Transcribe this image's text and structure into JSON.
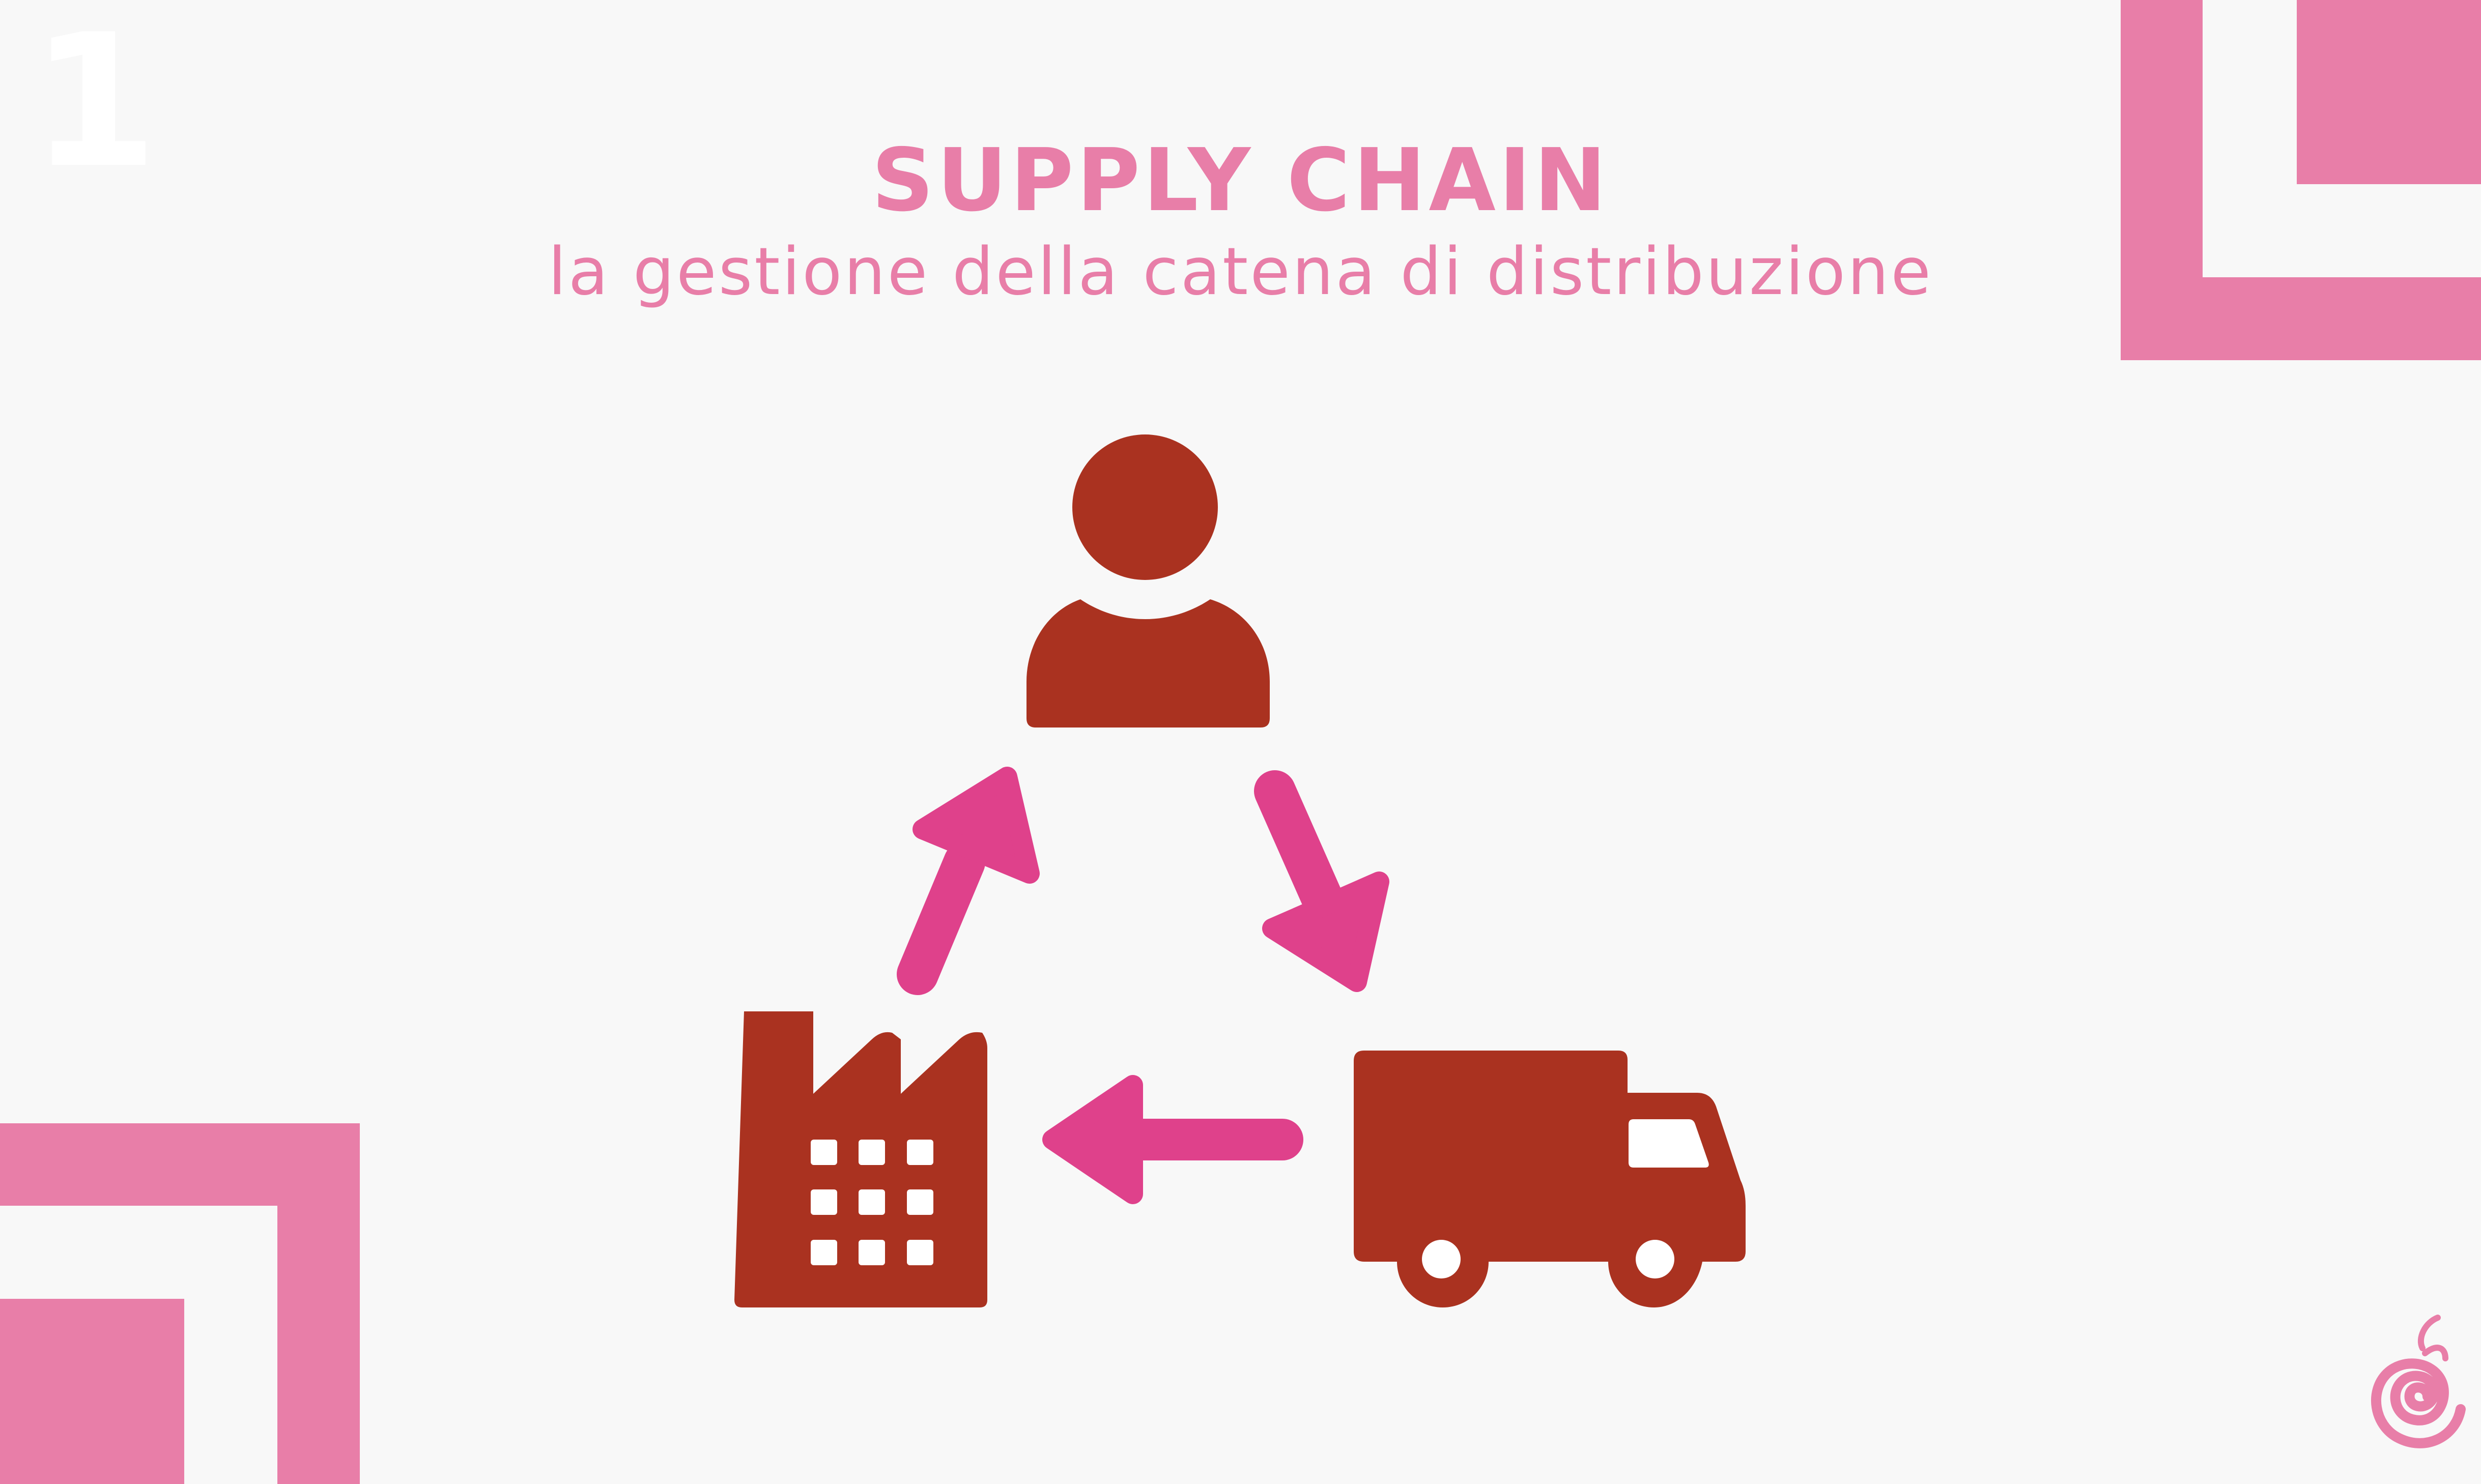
{
  "slide": {
    "number": "1",
    "title": "SUPPLY CHAIN",
    "subtitle": "la gestione della catena di distribuzione"
  },
  "diagram": {
    "nodes": [
      {
        "id": "customer",
        "icon": "person-icon"
      },
      {
        "id": "factory",
        "icon": "factory-icon"
      },
      {
        "id": "delivery",
        "icon": "truck-icon"
      }
    ],
    "edges": [
      {
        "from": "factory",
        "to": "customer"
      },
      {
        "from": "customer",
        "to": "delivery"
      },
      {
        "from": "delivery",
        "to": "factory"
      }
    ]
  },
  "logo": {
    "icon": "spiral-logo-icon"
  },
  "colors": {
    "background": "#f8f8f8",
    "accent_pink": "#e87ea8",
    "arrow_pink": "#df418b",
    "icon_red": "#aa3220",
    "number_white": "#ffffff"
  }
}
